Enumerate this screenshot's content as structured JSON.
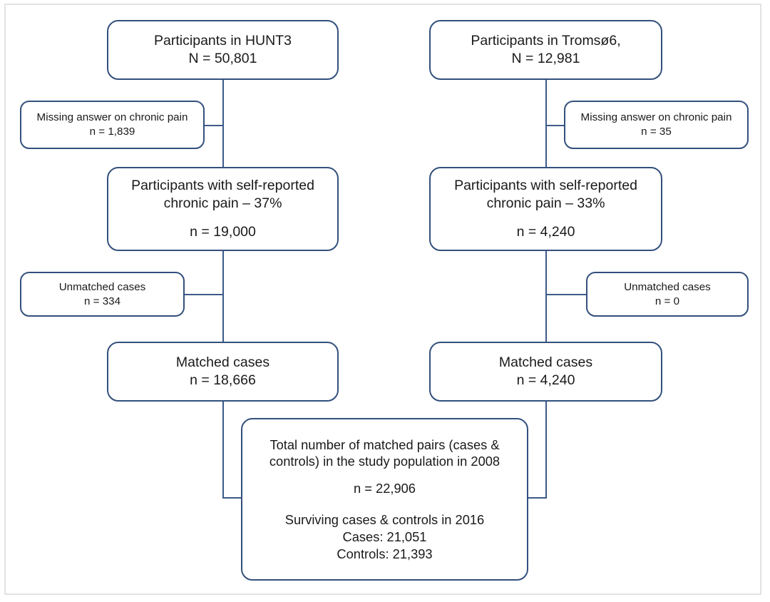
{
  "diagram": {
    "title": "Study population flow diagram",
    "accent_color": "#33507c",
    "connector_color": "#3d5a8a",
    "frame_color": "#e3e3e3",
    "background": "#ffffff"
  },
  "nodes": {
    "hunt3": {
      "line1": "Participants in HUNT3",
      "line2": "N = 50,801"
    },
    "tromso6": {
      "line1": "Participants in Tromsø6,",
      "line2": "N = 12,981"
    },
    "missing_left": {
      "line1": "Missing answer on chronic pain",
      "line2": "n = 1,839"
    },
    "missing_right": {
      "line1": "Missing answer on chronic pain",
      "line2": "n = 35"
    },
    "chronic_left": {
      "line1": "Participants with self-reported",
      "line2": "chronic pain – 37%",
      "line3": "n = 19,000"
    },
    "chronic_right": {
      "line1": "Participants with self-reported",
      "line2": "chronic pain – 33%",
      "line3": "n = 4,240"
    },
    "unmatched_left": {
      "line1": "Unmatched cases",
      "line2": "n = 334"
    },
    "unmatched_right": {
      "line1": "Unmatched cases",
      "line2": "n = 0"
    },
    "matched_left": {
      "line1": "Matched cases",
      "line2": "n = 18,666"
    },
    "matched_right": {
      "line1": "Matched cases",
      "line2": "n = 4,240"
    },
    "total": {
      "line1": "Total number of matched pairs (cases &",
      "line2": "controls) in the study population in 2008",
      "line3": "n = 22,906",
      "line4": "Surviving cases & controls in 2016",
      "line5": "Cases: 21,051",
      "line6": "Controls: 21,393"
    }
  }
}
